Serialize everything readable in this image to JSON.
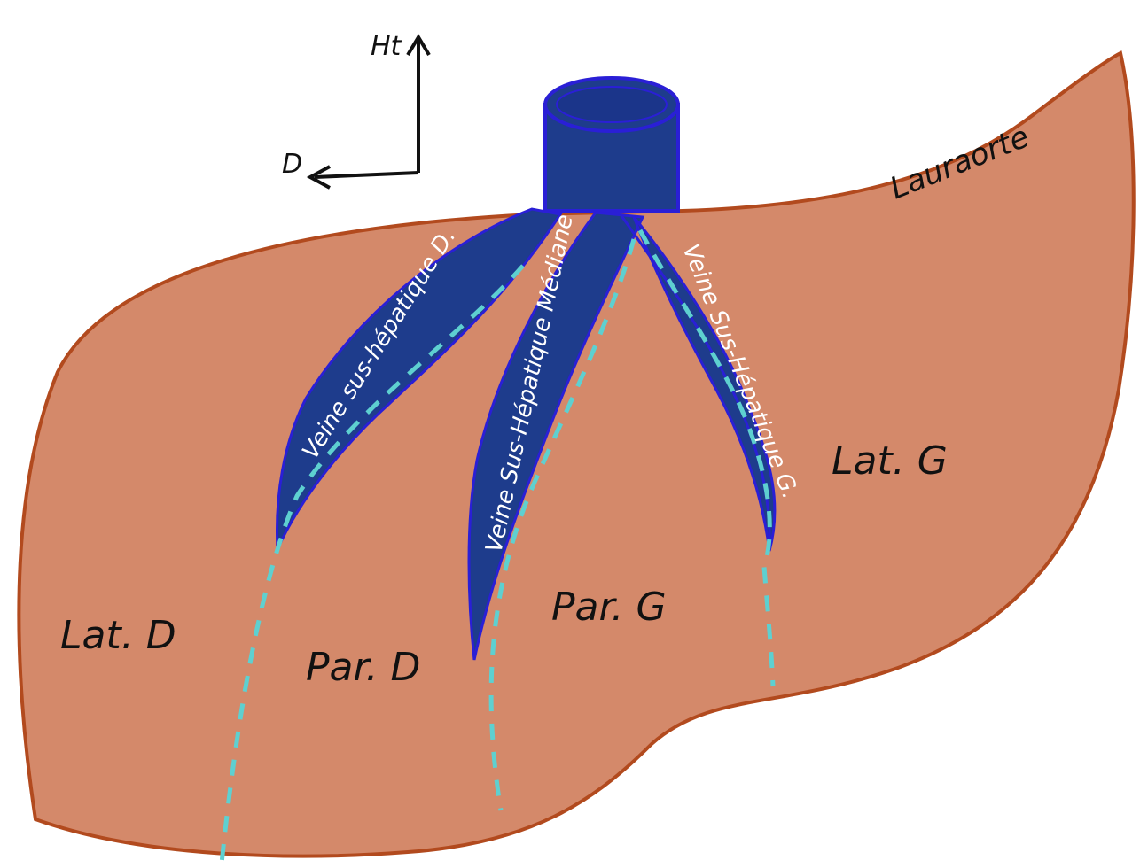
{
  "axes": {
    "up_label": "Ht",
    "side_label": "D"
  },
  "signature": "Lauraorte",
  "veins": [
    {
      "id": "right",
      "label": "Veine sus-hépatique D."
    },
    {
      "id": "middle",
      "label": "Veine Sus-Hépatique Médiane"
    },
    {
      "id": "left",
      "label": "Veine Sus-Hépatique G."
    }
  ],
  "segments": [
    {
      "id": "lat-d",
      "label": "Lat. D"
    },
    {
      "id": "par-d",
      "label": "Par. D"
    },
    {
      "id": "par-g",
      "label": "Par. G"
    },
    {
      "id": "lat-g",
      "label": "Lat. G"
    }
  ],
  "colors": {
    "liver_fill": "#d4896a",
    "liver_outline": "#b24a1e",
    "vein_fill": "#1e3c8c",
    "vein_outline": "#2a1fd6",
    "boundary_dash": "#5ed0d0"
  }
}
